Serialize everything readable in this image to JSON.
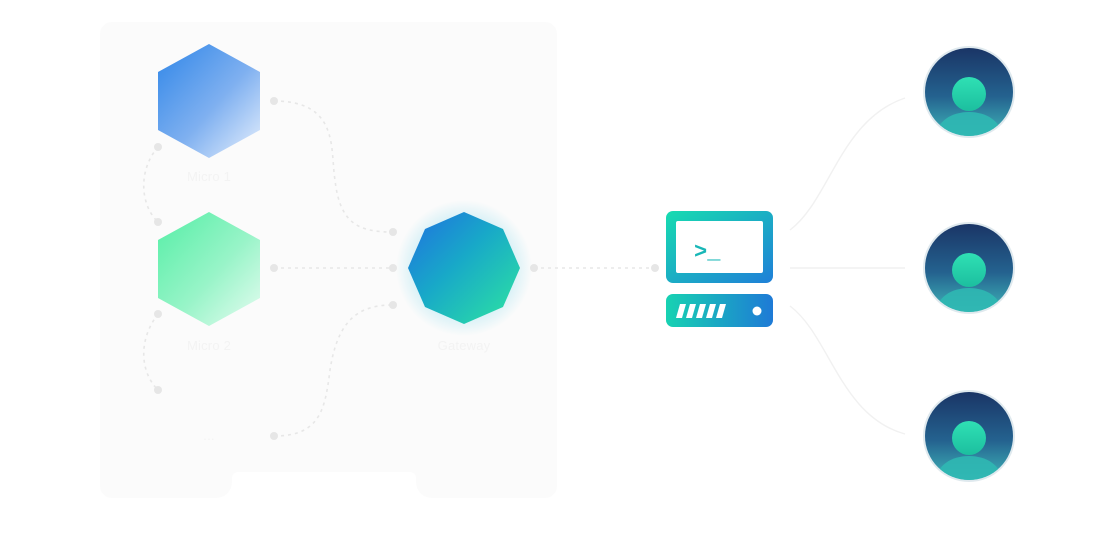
{
  "diagram": {
    "services": [
      {
        "label": "Micro 1",
        "icon": "blue-hexagon-icon",
        "colors": [
          "#2f86e8",
          "#c9defa"
        ]
      },
      {
        "label": "Micro 2",
        "icon": "green-hexagon-icon",
        "colors": [
          "#5ff1ad",
          "#d7fbe9"
        ]
      }
    ],
    "more_label": "...",
    "gateway": {
      "label": "Gateway",
      "icon": "octagon-gateway-icon",
      "colors": [
        "#1f7fe0",
        "#19b8c8",
        "#2ee6a0"
      ]
    },
    "terminal": {
      "icon": "terminal-server-icon",
      "prompt": ">_",
      "colors": [
        "#18d6b0",
        "#1e7fd8"
      ]
    },
    "clients": [
      {
        "icon": "user-avatar-icon"
      },
      {
        "icon": "user-avatar-icon"
      },
      {
        "icon": "user-avatar-icon"
      }
    ],
    "client_colors": [
      "#1a3a6e",
      "#2a6c9a",
      "#26c7a6"
    ],
    "panel_color": "#fbfbfb"
  }
}
